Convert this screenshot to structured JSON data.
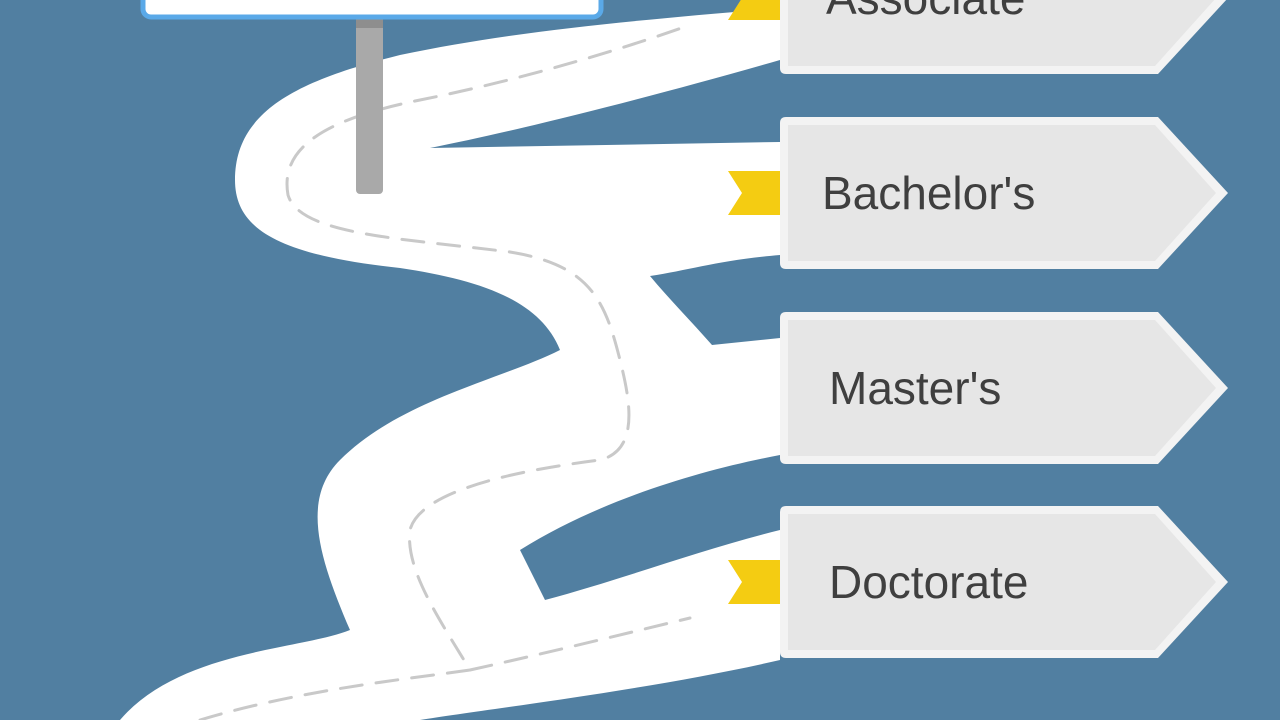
{
  "colors": {
    "background": "#517fa1",
    "road": "#ffffff",
    "road_dash": "#c9c9c9",
    "sign_face": "#e6e6e6",
    "sign_edge": "#f3f3f3",
    "ribbon": "#f4cc12",
    "pole": "#a9a9a9",
    "signboard_frame": "#5aa9e8",
    "label_text": "#3f3f3f"
  },
  "signs": [
    {
      "id": "associate",
      "label": "Associate"
    },
    {
      "id": "bachelors",
      "label": "Bachelor's"
    },
    {
      "id": "masters",
      "label": "Master's"
    },
    {
      "id": "doctorate",
      "label": "Doctorate"
    }
  ]
}
